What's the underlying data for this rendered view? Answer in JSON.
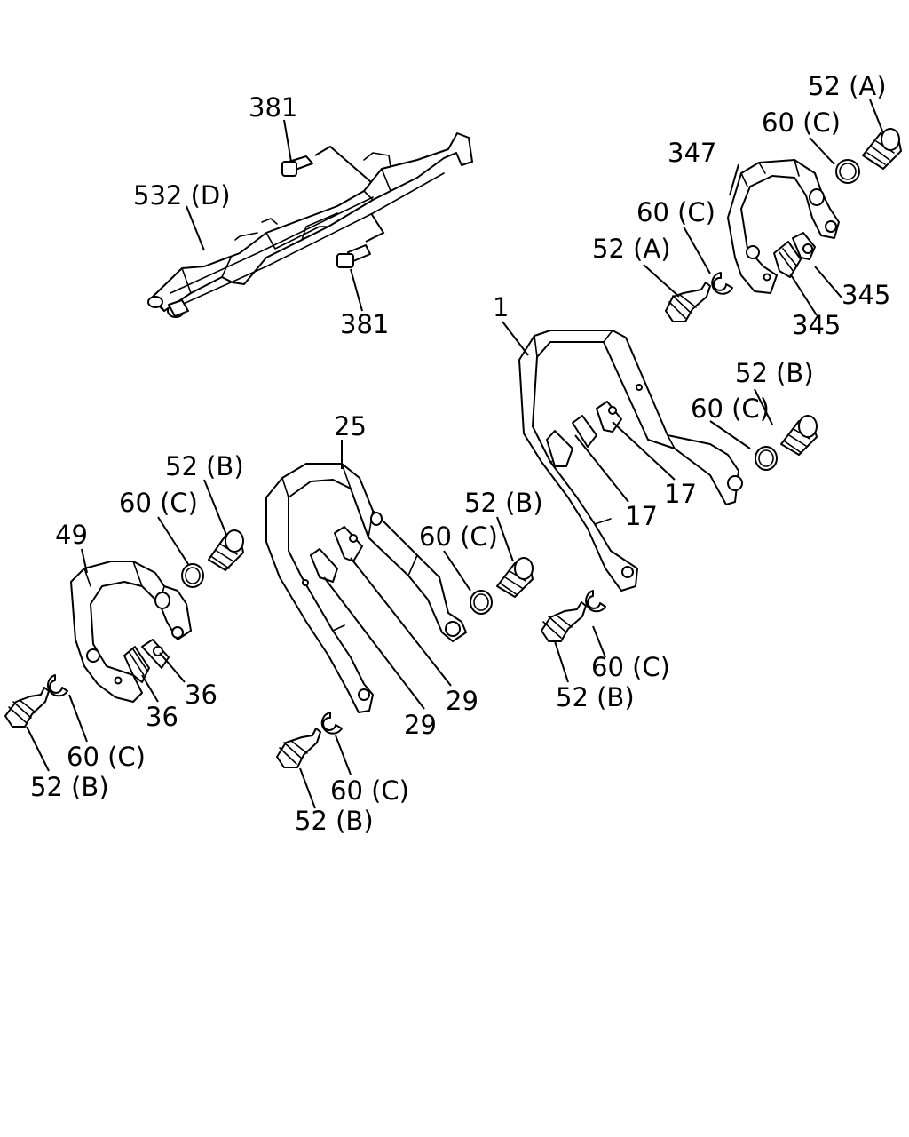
{
  "colors": {
    "line": "#000000",
    "background": "#ffffff"
  },
  "labels": {
    "p381_top": "381",
    "p381_bottom": "381",
    "p532d": "532 (D)",
    "p52a_top": "52 (A)",
    "p60c_top": "60 (C)",
    "p347": "347",
    "p60c_mid": "60 (C)",
    "p52a_mid": "52 (A)",
    "p345_a": "345",
    "p345_b": "345",
    "p1": "1",
    "p52b_r": "52 (B)",
    "p60c_r": "60 (C)",
    "p17_a": "17",
    "p17_b": "17",
    "p25": "25",
    "p52b_c": "52 (B)",
    "p60c_c": "60 (C)",
    "p29_a": "29",
    "p29_b": "29",
    "p52b_l": "52 (B)",
    "p60c_l": "60 (C)",
    "p49": "49",
    "p36_a": "36",
    "p36_b": "36",
    "p60c_bl": "60 (C)",
    "p52b_bl": "52 (B)",
    "p60c_bc": "60 (C)",
    "p52b_bc": "52 (B)",
    "p60c_br": "60 (C)",
    "p52b_br": "52 (B)"
  }
}
